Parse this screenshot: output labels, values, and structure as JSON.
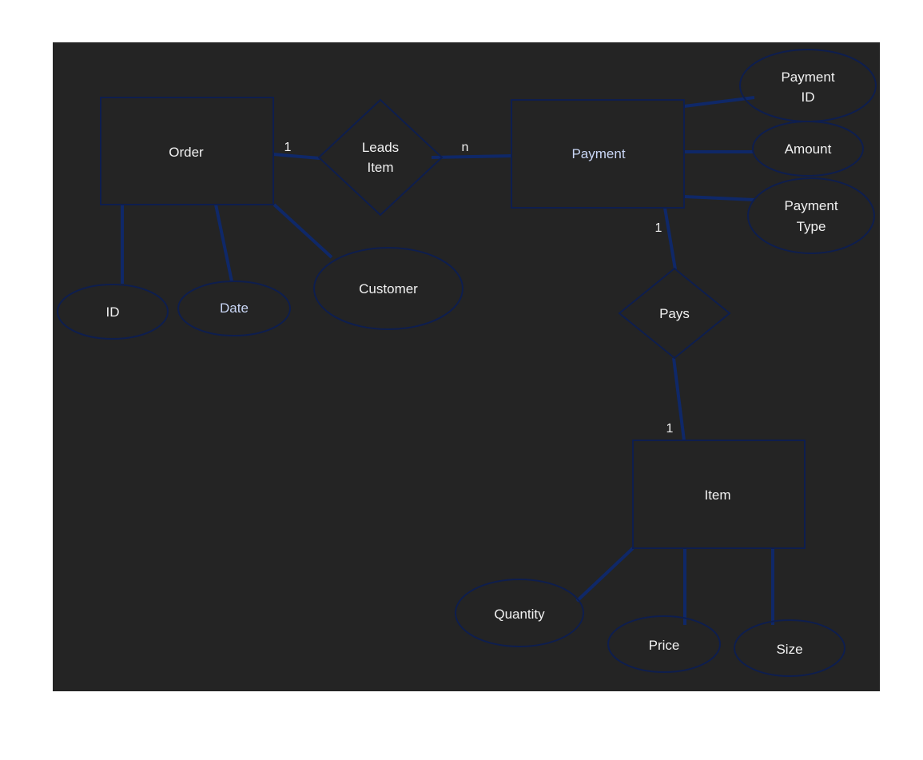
{
  "entities": {
    "order": "Order",
    "payment": "Payment",
    "item": "Item"
  },
  "relationships": {
    "leads_item": [
      "Leads",
      "Item"
    ],
    "pays": "Pays"
  },
  "attributes": {
    "id": "ID",
    "date": "Date",
    "customer": "Customer",
    "payment_id": [
      "Payment",
      "ID"
    ],
    "amount": "Amount",
    "payment_type": [
      "Payment",
      "Type"
    ],
    "quantity": "Quantity",
    "price": "Price",
    "size": "Size"
  },
  "cardinalities": {
    "order_leads": "1",
    "leads_payment": "n",
    "payment_pays": "1",
    "pays_item": "1"
  },
  "colors": {
    "background": "#242424",
    "outline": "#0e1e4e",
    "connector": "#0f2868",
    "text": "#f2f2f2",
    "highlight_text": "#c9d6f5"
  }
}
